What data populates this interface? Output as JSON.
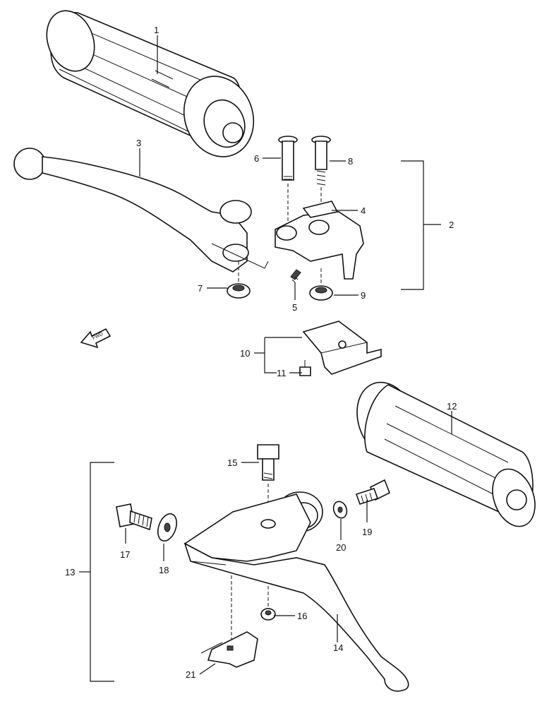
{
  "diagram": {
    "parts": [
      {
        "id": "p1",
        "number": "1",
        "name": "grip-left"
      },
      {
        "id": "p2",
        "number": "2",
        "name": "lever-holder-assy"
      },
      {
        "id": "p3",
        "number": "3",
        "name": "brake-lever"
      },
      {
        "id": "p4",
        "number": "4",
        "name": "lever-holder"
      },
      {
        "id": "p5",
        "number": "5",
        "name": "adjuster-screw"
      },
      {
        "id": "p6",
        "number": "6",
        "name": "pivot-bolt"
      },
      {
        "id": "p7",
        "number": "7",
        "name": "nut-left"
      },
      {
        "id": "p8",
        "number": "8",
        "name": "screw"
      },
      {
        "id": "p9",
        "number": "9",
        "name": "nut-right"
      },
      {
        "id": "p10",
        "number": "10",
        "name": "brake-light-switch"
      },
      {
        "id": "p11",
        "number": "11",
        "name": "switch-screw"
      },
      {
        "id": "p12",
        "number": "12",
        "name": "grip-right"
      },
      {
        "id": "p13",
        "number": "13",
        "name": "clutch-lever-assy"
      },
      {
        "id": "p14",
        "number": "14",
        "name": "clutch-lever"
      },
      {
        "id": "p15",
        "number": "15",
        "name": "clutch-pivot-bolt"
      },
      {
        "id": "p16",
        "number": "16",
        "name": "clutch-nut"
      },
      {
        "id": "p17",
        "number": "17",
        "name": "adjuster-bolt"
      },
      {
        "id": "p18",
        "number": "18",
        "name": "lock-nut"
      },
      {
        "id": "p19",
        "number": "19",
        "name": "holder-bolt"
      },
      {
        "id": "p20",
        "number": "20",
        "name": "washer"
      },
      {
        "id": "p21",
        "number": "21",
        "name": "cable-holder"
      }
    ],
    "front_arrow_text": "FWD"
  }
}
